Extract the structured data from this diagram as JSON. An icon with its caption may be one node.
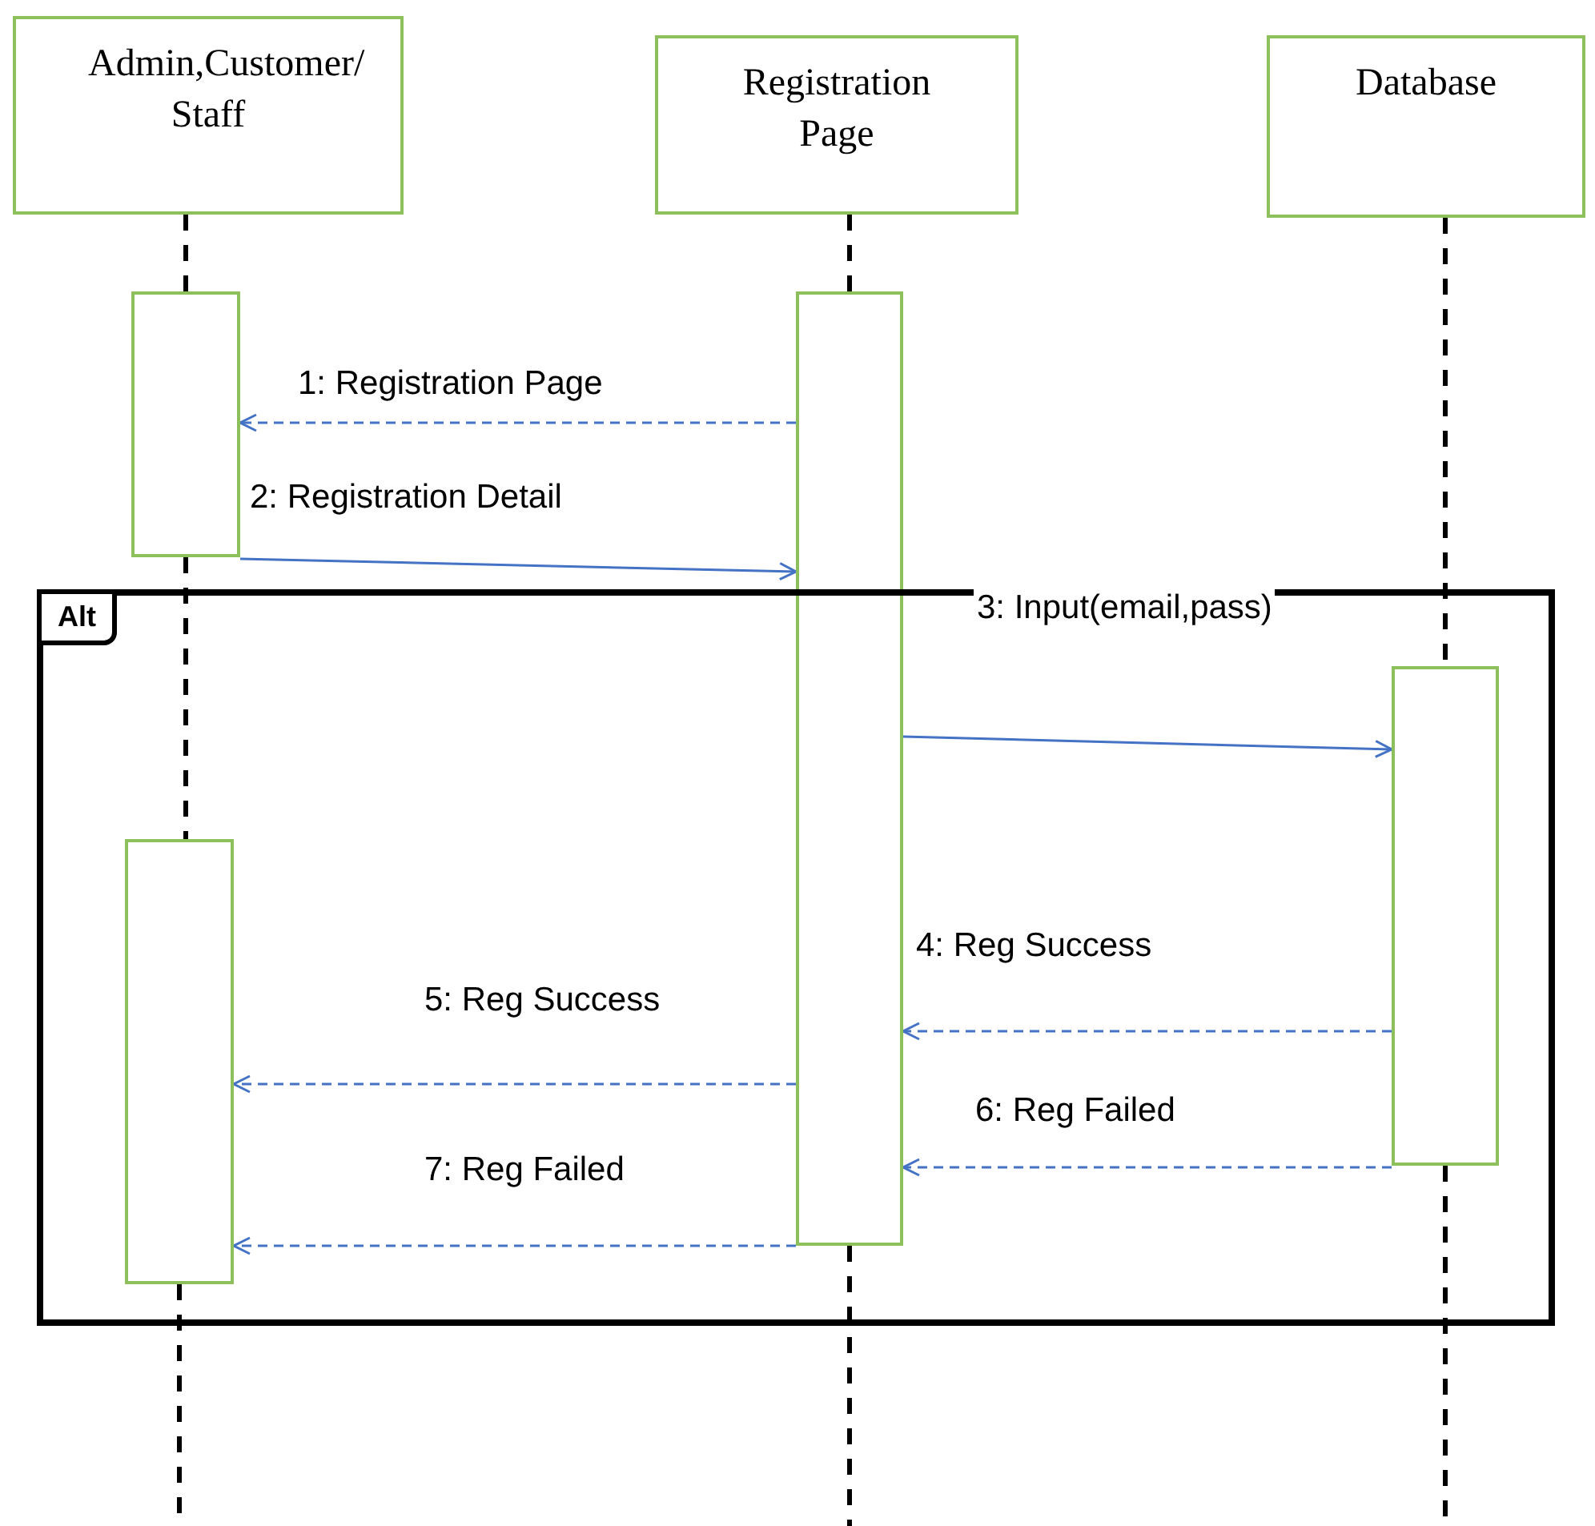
{
  "diagram": {
    "nodes": [
      {
        "text": [
          "Admin,Customer/ Staff"
        ]
      },
      {
        "text": [
          "Registration Page"
        ]
      },
      {
        "text": [
          "Database"
        ]
      },
      {
        "text": [],
        "shape": "box"
      },
      {
        "text": [],
        "shape": "box"
      },
      {
        "text": [
          "Alt"
        ]
      },
      {
        "text": [],
        "shape": "box",
        "in": 5
      },
      {
        "text": [],
        "shape": "box",
        "in": 5
      }
    ],
    "edges": [
      {
        "from": 0,
        "to": 3,
        "arrow": "none",
        "style": "dashed",
        "color": "#000000"
      },
      {
        "from": 3,
        "to": 6,
        "arrow": "none",
        "style": "dashed",
        "color": "#000000"
      },
      {
        "from": 6,
        "to": null,
        "arrow": "none",
        "style": "dashed",
        "color": "#000000"
      },
      {
        "from": 1,
        "to": 4,
        "arrow": "none",
        "style": "dashed",
        "color": "#000000"
      },
      {
        "from": 4,
        "to": null,
        "arrow": "none",
        "style": "dashed",
        "color": "#000000"
      },
      {
        "from": 2,
        "to": 7,
        "arrow": "none",
        "style": "dashed",
        "color": "#000000"
      },
      {
        "from": 7,
        "to": null,
        "arrow": "none",
        "style": "dashed",
        "color": "#000000"
      },
      {
        "from": 4,
        "to": 3,
        "label": "1: Registration Page",
        "arrow": "to",
        "style": "dashed",
        "color": "#4472c4"
      },
      {
        "from": 3,
        "to": 4,
        "label": "2: Registration Detail",
        "arrow": "to",
        "color": "#4472c4"
      },
      {
        "from": 4,
        "to": 7,
        "label": "3: Input(email,pass)",
        "arrow": "to",
        "color": "#4472c4"
      },
      {
        "from": 7,
        "to": 4,
        "label": "4: Reg Success",
        "arrow": "to",
        "style": "dashed",
        "color": "#4472c4"
      },
      {
        "from": 4,
        "to": 6,
        "label": "5: Reg Success",
        "arrow": "to",
        "style": "dashed",
        "color": "#4472c4"
      },
      {
        "from": 7,
        "to": 4,
        "label": "6: Reg Failed",
        "arrow": "to",
        "style": "dashed",
        "color": "#4472c4"
      },
      {
        "from": 4,
        "to": 6,
        "label": "7: Reg Failed",
        "arrow": "to",
        "style": "dashed",
        "color": "#4472c4"
      }
    ]
  }
}
